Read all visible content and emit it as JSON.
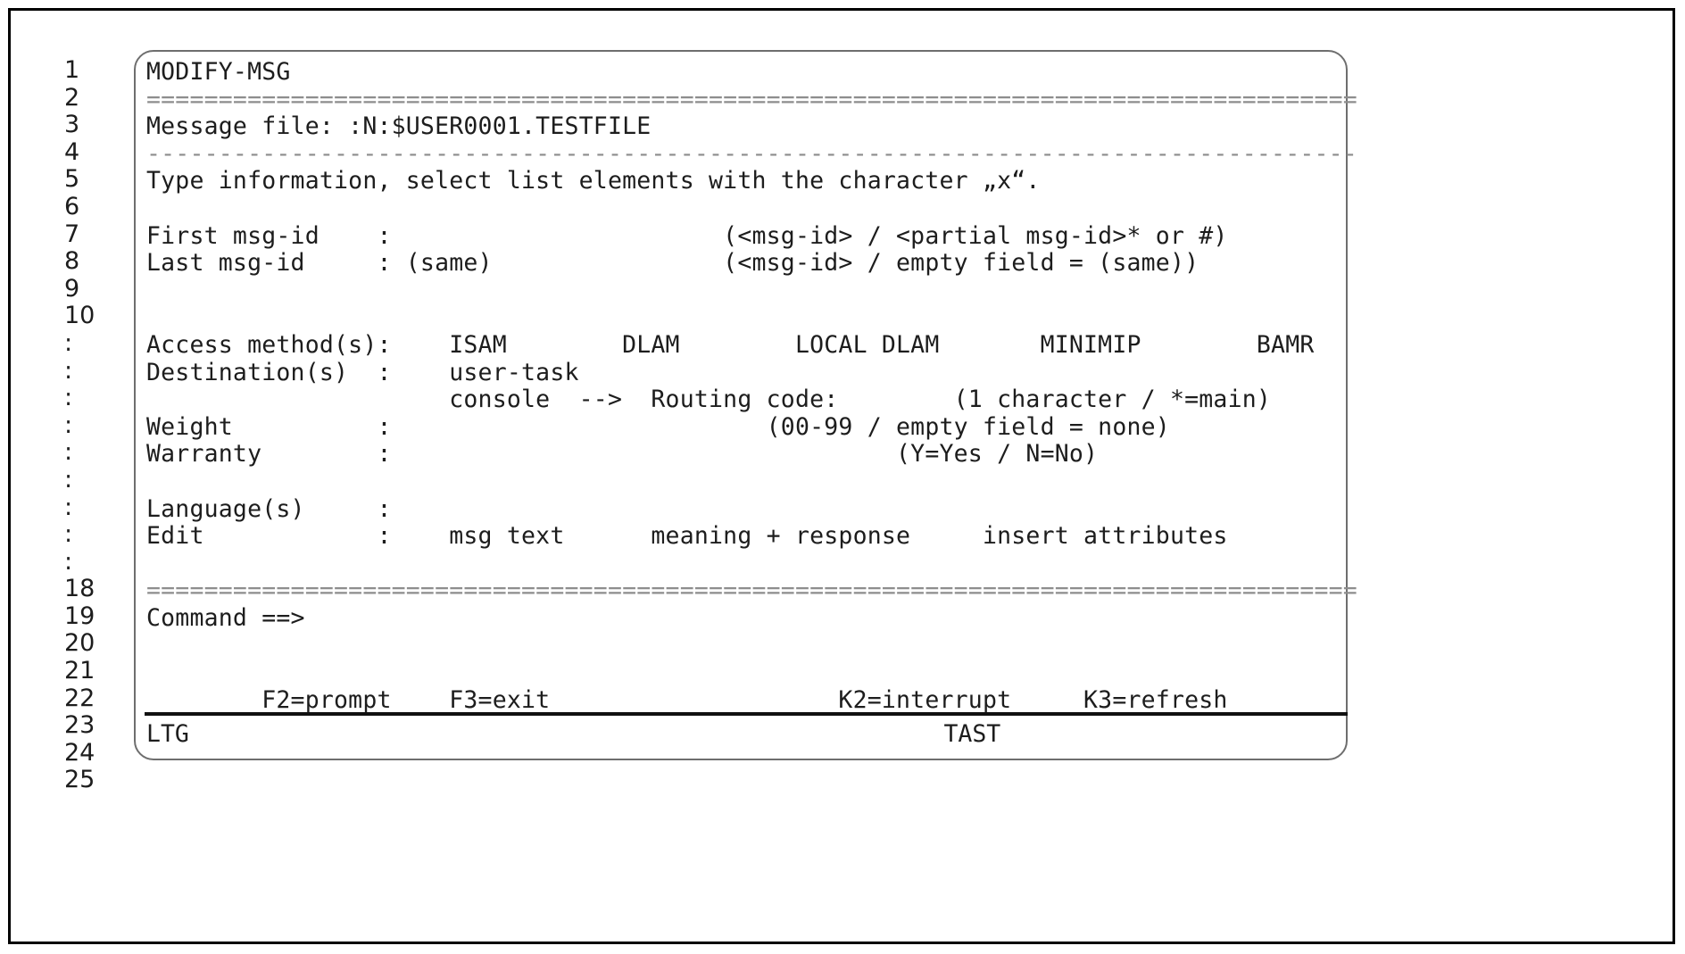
{
  "window": {
    "title": "MODIFY-MSG"
  },
  "gutter": {
    "label": "line-numbers",
    "numbers": [
      "1",
      "2",
      "3",
      "4",
      "5",
      "6",
      "7",
      "8",
      "9",
      "10",
      ":",
      ":",
      ":",
      ":",
      ":",
      ":",
      ":",
      ":",
      ":",
      "18",
      "19",
      "20",
      "21",
      "22",
      "23",
      "24",
      "25"
    ]
  },
  "screen": {
    "rows": [
      {
        "name": "mask-title",
        "text": "MODIFY-MSG"
      },
      {
        "name": "separator-equals-top",
        "text": "==============================================================="
      },
      {
        "name": "message-file-line",
        "text": "Message file: :N:$USER0001.TESTFILE"
      },
      {
        "name": "separator-dash",
        "text": "---------------------------------------------------------------"
      },
      {
        "name": "instruction-line",
        "text": "Type information, select list elements with the character „x“."
      },
      {
        "name": "blank-row-6",
        "text": ""
      },
      {
        "name": "first-msg-id-row",
        "text": "First msg-id    :                       (<msg-id> / <partial msg-id>* or #)"
      },
      {
        "name": "last-msg-id-row",
        "text": "Last msg-id     : (same)                (<msg-id> / empty field = (same))"
      },
      {
        "name": "blank-row-9",
        "text": ""
      },
      {
        "name": "blank-row-10",
        "text": ""
      },
      {
        "name": "access-methods-row",
        "text": "Access method(s):    ISAM        DLAM        LOCAL DLAM       MINIMIP        BAMR"
      },
      {
        "name": "destination-row",
        "text": "Destination(s)  :    user-task"
      },
      {
        "name": "console-routing-row",
        "text": "                     console  -->  Routing code:        (1 character / *=main)"
      },
      {
        "name": "weight-row",
        "text": "Weight          :                          (00-99 / empty field = none)"
      },
      {
        "name": "warranty-row",
        "text": "Warranty        :                                   (Y=Yes / N=No)"
      },
      {
        "name": "blank-row-16",
        "text": ""
      },
      {
        "name": "languages-row",
        "text": "Language(s)     :"
      },
      {
        "name": "edit-row",
        "text": "Edit            :    msg text      meaning + response     insert attributes"
      },
      {
        "name": "blank-row-19",
        "text": ""
      },
      {
        "name": "separator-equals-bot",
        "text": "==============================================================="
      },
      {
        "name": "command-line",
        "text": "Command ==>"
      },
      {
        "name": "blank-row-22",
        "text": ""
      },
      {
        "name": "blank-row-23",
        "text": ""
      },
      {
        "name": "function-keys-row",
        "text": "        F2=prompt    F3=exit                    K2=interrupt     K3=refresh"
      }
    ]
  },
  "status": {
    "left_label": "LTG",
    "right_label": "TAST",
    "text": "LTG                                                     TAST"
  },
  "colors": {
    "text": "#1d1d1d",
    "rule": "#8d8d8d",
    "terminal_border": "#6e6e6e",
    "page_border": "#000000",
    "status_rule": "#111111",
    "background": "#ffffff"
  }
}
